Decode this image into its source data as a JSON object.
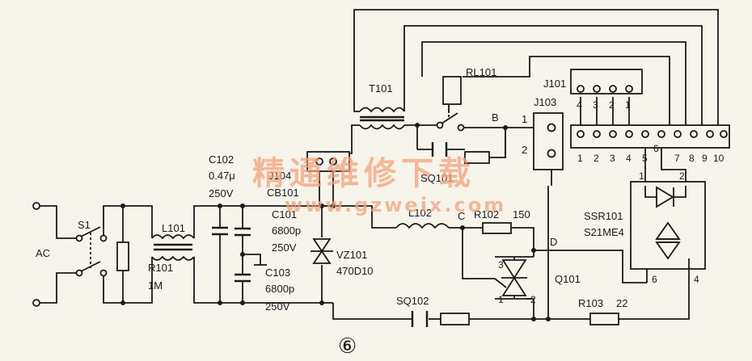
{
  "figure_number": "⑥",
  "watermark": {
    "title": "精通维修下载",
    "url": "www.gzweix.com"
  },
  "labels": {
    "ac": "AC",
    "s1": "S1",
    "l101": "L101",
    "r101": "R101",
    "r101_value": "1M",
    "c102": "C102",
    "c102_value": "0.47μ",
    "c102_voltage": "250V",
    "j104": "J104",
    "cb101": "CB101",
    "c101": "C101",
    "c101_value": "6800p",
    "c101_voltage": "250V",
    "c103": "C103",
    "c103_value": "6800p",
    "c103_voltage": "250V",
    "vz101": "VZ101",
    "vz101_value": "470D10",
    "t101": "T101",
    "rl101": "RL101",
    "sq101": "SQ101",
    "sq102": "SQ102",
    "l102": "L102",
    "r102": "R102",
    "r102_value": "150",
    "r103": "R103",
    "r103_value": "22",
    "q101": "Q101",
    "j101": "J101",
    "j103": "J103",
    "ssr101": "SSR101",
    "ssr101_part": "S21ME4",
    "node_b": "B",
    "node_c": "C",
    "node_d": "D"
  },
  "pins": {
    "j101": [
      "4",
      "3",
      "2",
      "1"
    ],
    "j103": [
      "1",
      "2"
    ],
    "main_connector": [
      "1",
      "2",
      "3",
      "4",
      "5",
      "6",
      "7",
      "8",
      "9",
      "10"
    ],
    "ssr101": [
      "1",
      "2",
      "6",
      "4"
    ],
    "q101": [
      "3",
      "1",
      "2"
    ]
  }
}
